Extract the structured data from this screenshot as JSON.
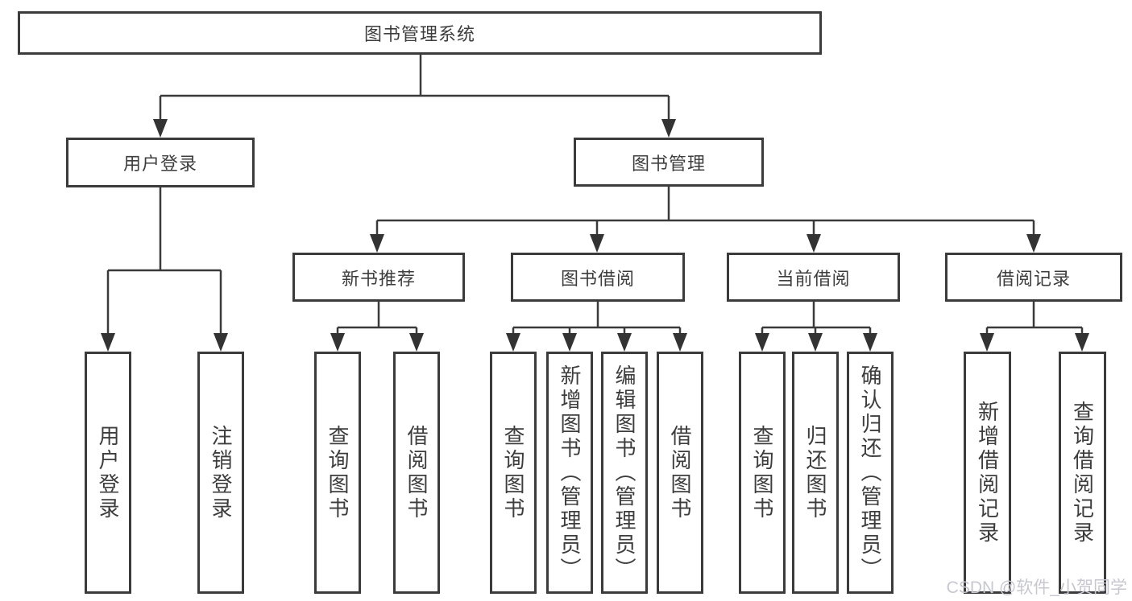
{
  "tree": {
    "label": "图书管理系统",
    "children": [
      {
        "label": "用户登录",
        "children": [
          {
            "label": "用户登录"
          },
          {
            "label": "注销登录"
          }
        ]
      },
      {
        "label": "图书管理",
        "children": [
          {
            "label": "新书推荐",
            "children": [
              {
                "label": "查询图书"
              },
              {
                "label": "借阅图书"
              }
            ]
          },
          {
            "label": "图书借阅",
            "children": [
              {
                "label": "查询图书"
              },
              {
                "label": "新增图书（管理员）"
              },
              {
                "label": "编辑图书（管理员）"
              },
              {
                "label": "借阅图书"
              }
            ]
          },
          {
            "label": "当前借阅",
            "children": [
              {
                "label": "查询图书"
              },
              {
                "label": "归还图书"
              },
              {
                "label": "确认归还（管理员）"
              }
            ]
          },
          {
            "label": "借阅记录",
            "children": [
              {
                "label": "新增借阅记录"
              },
              {
                "label": "查询借阅记录"
              }
            ]
          }
        ]
      }
    ]
  },
  "watermark": {
    "text": "CSDN @软件_小贺同学"
  },
  "colors": {
    "background": "#ffffff",
    "box_border": "#3b3b3b",
    "line": "#3a3a3a",
    "arrow": "#333333",
    "text": "#3d3d3d",
    "watermark": "#c7c7d1"
  }
}
